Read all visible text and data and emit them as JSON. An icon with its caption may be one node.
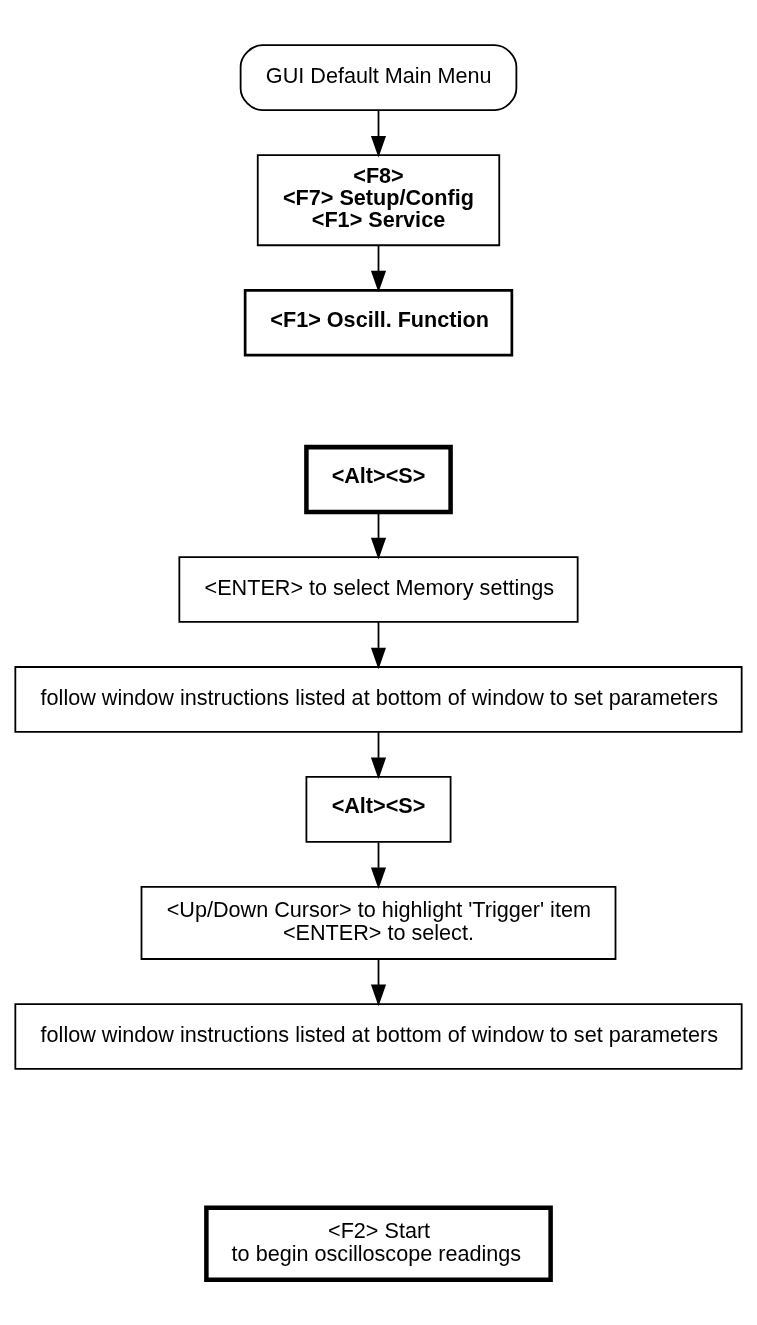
{
  "diagram": {
    "nodes": [
      {
        "text": [
          "GUI Default Main Menu"
        ]
      },
      {
        "text": [
          "<F8>",
          "<F7> Setup/Config",
          "<F1> Service"
        ]
      },
      {
        "text": [
          "<F1> Oscill. Function"
        ]
      },
      {
        "text": [
          "<Alt><S>"
        ]
      },
      {
        "text": [
          "<ENTER> to select Memory settings"
        ]
      },
      {
        "text": [
          "follow window instructions listed at bottom of window to set parameters"
        ]
      },
      {
        "text": [
          "<Alt><S>"
        ]
      },
      {
        "text": [
          "<Up/Down Cursor> to highlight 'Trigger' item",
          "<ENTER> to select."
        ]
      },
      {
        "text": [
          "follow window instructions listed at bottom of window to set parameters"
        ]
      },
      {
        "text": [
          "<F2> Start",
          "to begin oscilloscope readings"
        ]
      }
    ],
    "edges": [
      {
        "from": 0,
        "to": 1,
        "arrow": "to"
      },
      {
        "from": 1,
        "to": 2,
        "arrow": "to"
      },
      {
        "from": 3,
        "to": 4,
        "arrow": "to"
      },
      {
        "from": 4,
        "to": 5,
        "arrow": "to"
      },
      {
        "from": 5,
        "to": 6,
        "arrow": "to"
      },
      {
        "from": 6,
        "to": 7,
        "arrow": "to"
      },
      {
        "from": 7,
        "to": 8,
        "arrow": "to"
      }
    ]
  }
}
